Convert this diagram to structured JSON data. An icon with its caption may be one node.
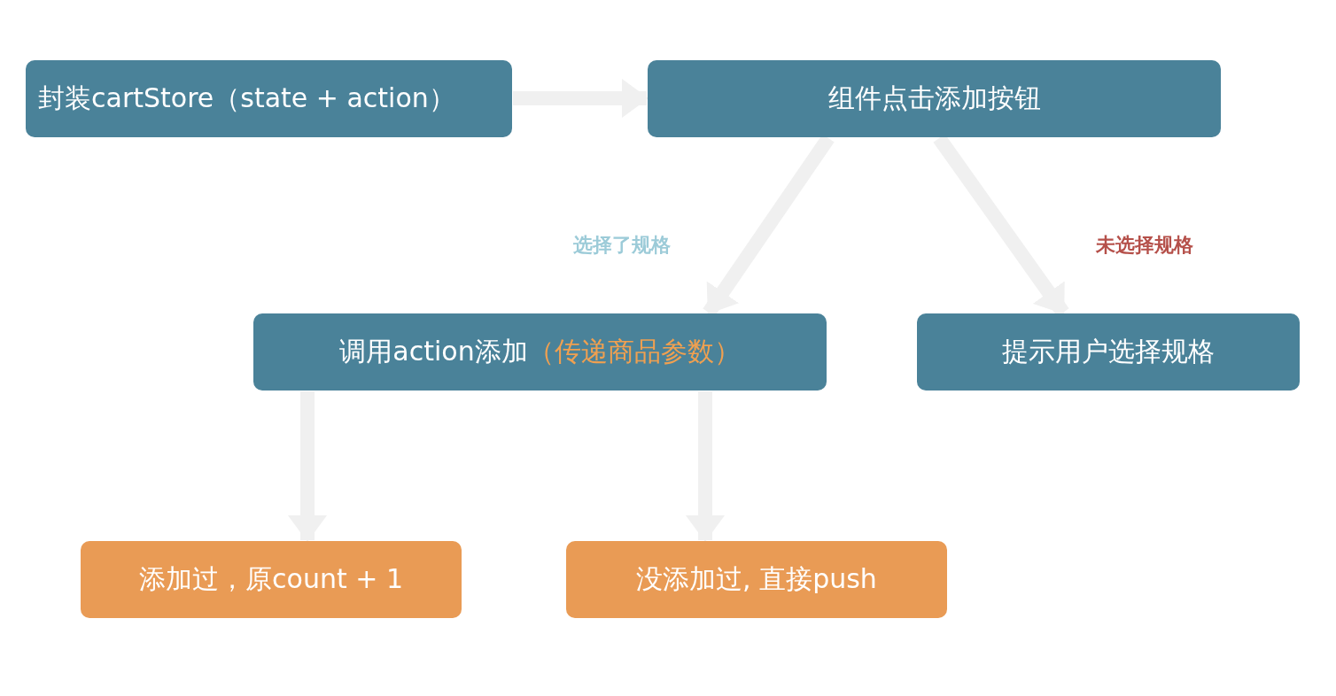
{
  "diagram": {
    "nodes": [
      {
        "text": [
          "封装cartStore（state + action）"
        ]
      },
      {
        "text": [
          "组件点击添加按钮"
        ]
      },
      {
        "text": [
          "调用action添加",
          "（传递商品参数）"
        ]
      },
      {
        "text": [
          "提示用户选择规格"
        ]
      },
      {
        "text": [
          "添加过，原count + 1"
        ]
      },
      {
        "text": [
          "没添加过, 直接push"
        ]
      }
    ],
    "edges": [
      {
        "from": 0,
        "to": 1,
        "arrow": "to"
      },
      {
        "from": 1,
        "to": 2,
        "arrow": "to",
        "label": "选择了规格"
      },
      {
        "from": 1,
        "to": 3,
        "arrow": "to",
        "label": "未选择规格"
      },
      {
        "from": 2,
        "to": 4,
        "arrow": "to"
      },
      {
        "from": 2,
        "to": 5,
        "arrow": "to"
      }
    ]
  }
}
